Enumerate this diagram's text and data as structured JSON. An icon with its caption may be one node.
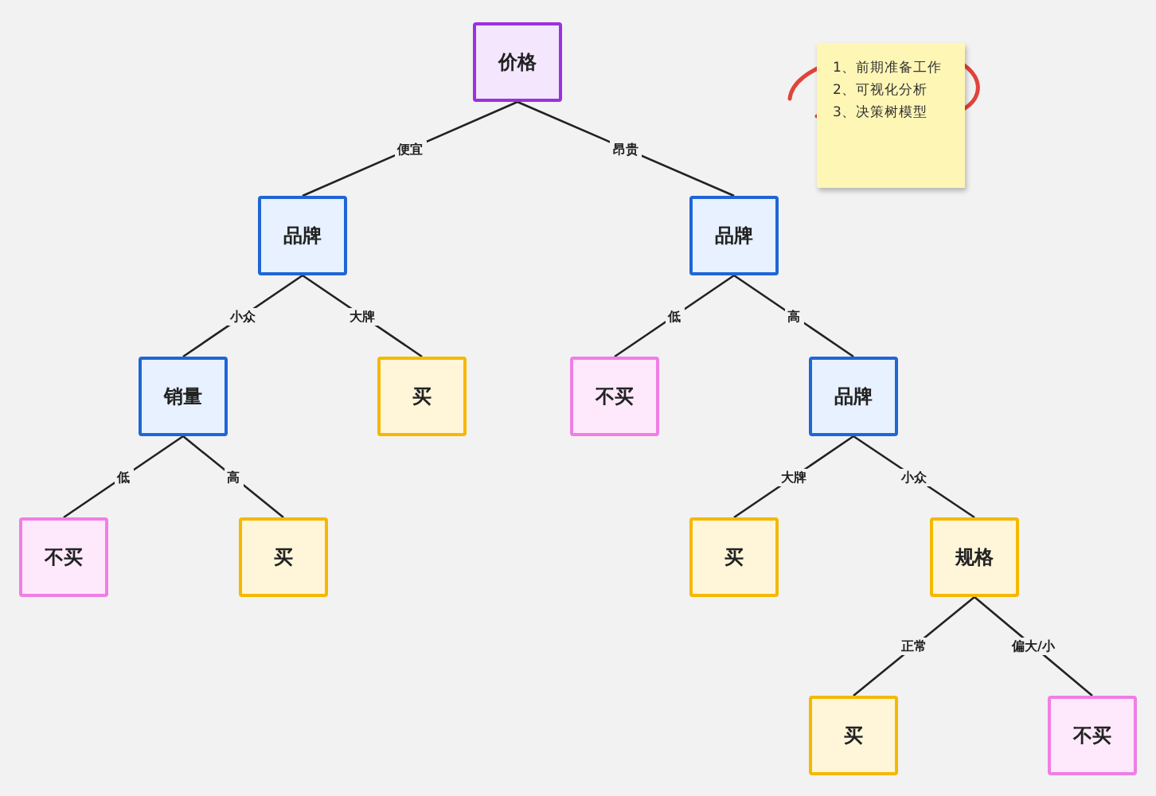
{
  "diagram": {
    "nodes": [
      {
        "text": [
          "价格"
        ]
      },
      {
        "text": [
          "品牌"
        ]
      },
      {
        "text": [
          "品牌"
        ]
      },
      {
        "text": [
          "销量"
        ]
      },
      {
        "text": [
          "买"
        ]
      },
      {
        "text": [
          "不买"
        ]
      },
      {
        "text": [
          "品牌"
        ]
      },
      {
        "text": [
          "不买"
        ]
      },
      {
        "text": [
          "买"
        ]
      },
      {
        "text": [
          "买"
        ]
      },
      {
        "text": [
          "规格"
        ]
      },
      {
        "text": [
          "买"
        ]
      },
      {
        "text": [
          "不买"
        ]
      },
      {
        "text": [
          "1、前期准备工作",
          "2、可视化分析",
          "3、决策树模型"
        ]
      }
    ],
    "edges": [
      {
        "from": 0,
        "to": 1,
        "arrow": "none",
        "label": "便宜"
      },
      {
        "from": 0,
        "to": 2,
        "arrow": "none",
        "label": "昂贵"
      },
      {
        "from": 1,
        "to": 3,
        "arrow": "none",
        "label": "小众"
      },
      {
        "from": 1,
        "to": 4,
        "arrow": "none",
        "label": "大牌"
      },
      {
        "from": 2,
        "to": 5,
        "arrow": "none",
        "label": "低"
      },
      {
        "from": 2,
        "to": 6,
        "arrow": "none",
        "label": "高"
      },
      {
        "from": 3,
        "to": 7,
        "arrow": "none",
        "label": "低"
      },
      {
        "from": 3,
        "to": 8,
        "arrow": "none",
        "label": "高"
      },
      {
        "from": 6,
        "to": 9,
        "arrow": "none",
        "label": "大牌"
      },
      {
        "from": 6,
        "to": 10,
        "arrow": "none",
        "label": "小众"
      },
      {
        "from": 10,
        "to": 11,
        "arrow": "none",
        "label": "正常"
      },
      {
        "from": 10,
        "to": 12,
        "arrow": "none",
        "label": "偏大/小"
      }
    ]
  }
}
